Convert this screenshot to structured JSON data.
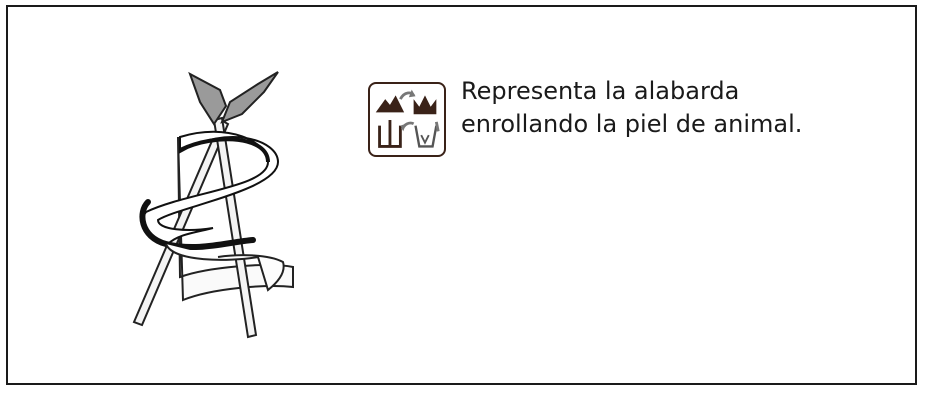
{
  "caption": {
    "line1": "Representa la alabarda",
    "line2": "enrollando la piel de animal."
  },
  "icons": {
    "illustration": "halberd-wrapped-in-animal-skin",
    "badge": "sign-composition-badge"
  },
  "colors": {
    "frame": "#1a1a1a",
    "badge_border": "#3a2218",
    "blade": "#9a9a9a"
  }
}
